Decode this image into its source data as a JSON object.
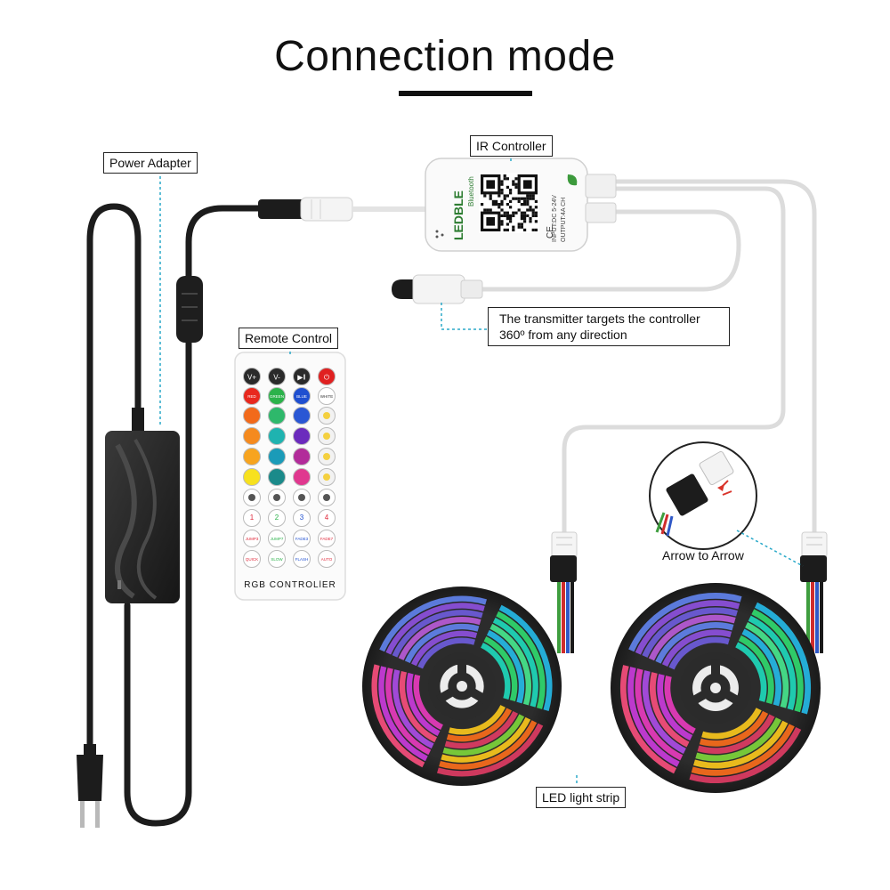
{
  "title": "Connection mode",
  "labels": {
    "power_adapter": "Power Adapter",
    "ir_controller": "IR Controller",
    "remote_control": "Remote Control",
    "transmitter_line1": "The transmitter targets the controller",
    "transmitter_line2": "360º from any direction",
    "arrow_to_arrow": "Arrow to Arrow",
    "led_light_strip": "LED light strip"
  },
  "controller": {
    "brand": "LEDBLE",
    "model": "Bluetooth",
    "spec1": "INPUT:DC 5-24V",
    "spec2": "OUTPUT:4A CH"
  },
  "remote": {
    "footer": "RGB CONTROLlER",
    "row1": [
      "V+",
      "V-",
      "▶‖",
      "⏻"
    ],
    "row2": [
      "RED",
      "GREEN",
      "BLUE",
      "WHITE"
    ],
    "row8": [
      "1",
      "2",
      "3",
      "4"
    ],
    "row9": [
      "JUMP3",
      "JUMP7",
      "FADE3",
      "FADE7"
    ],
    "row10": [
      "QUICK",
      "SLOW",
      "FLASH",
      "AUTO"
    ]
  },
  "colors": {
    "cable": "#1c1c1c",
    "wire_white": "#d9d9d9",
    "dash": "#2aa9c9",
    "reel": "#2a2a2a"
  }
}
